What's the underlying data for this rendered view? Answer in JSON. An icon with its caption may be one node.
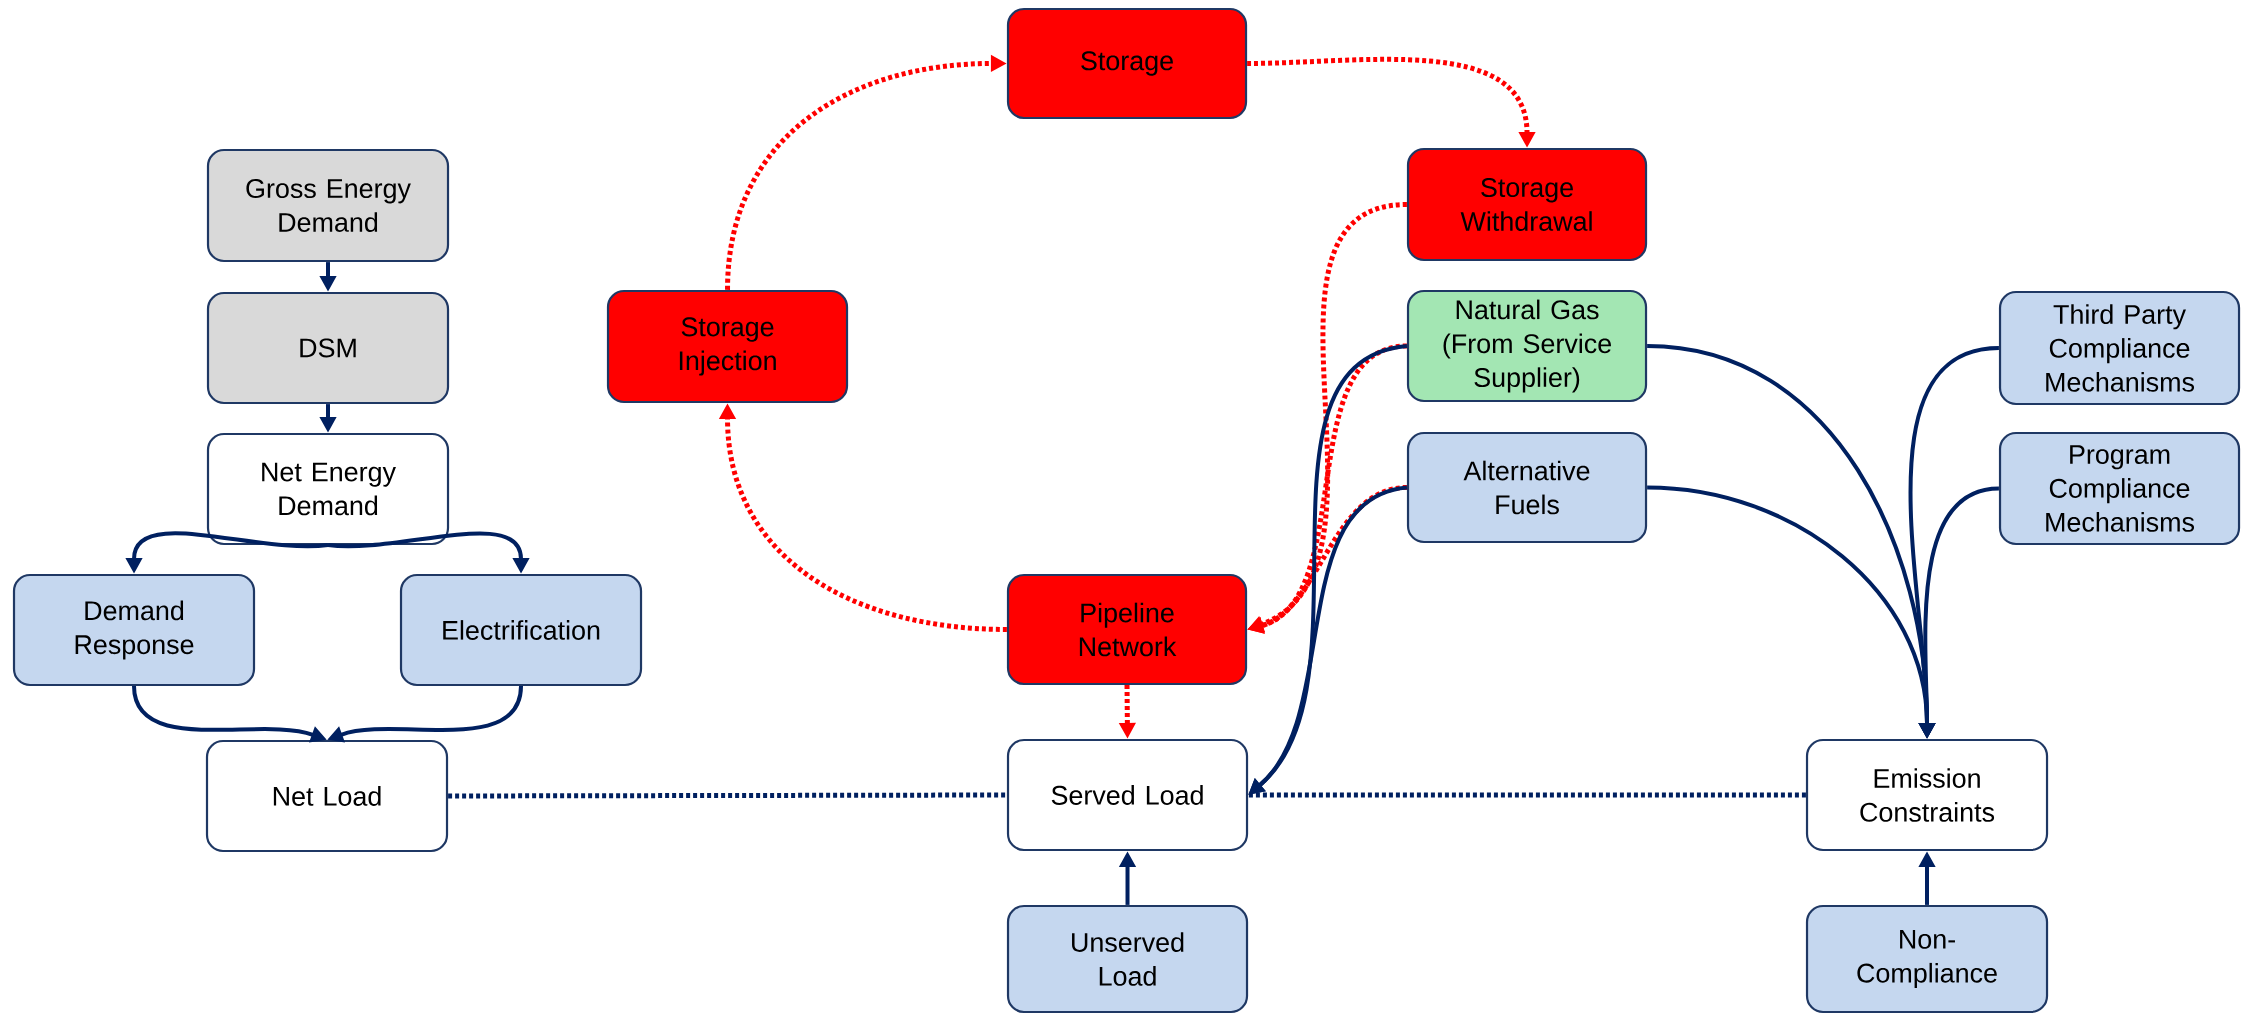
{
  "diagram": {
    "nodes": [
      {
        "text": [
          "Gross Energy Demand"
        ]
      },
      {
        "text": [
          "DSM"
        ]
      },
      {
        "text": [
          "Net Energy Demand"
        ]
      },
      {
        "text": [
          "Demand Response"
        ]
      },
      {
        "text": [
          "Electrification"
        ]
      },
      {
        "text": [
          "Net Load"
        ]
      },
      {
        "text": [
          "Storage"
        ]
      },
      {
        "text": [
          "Storage Injection"
        ]
      },
      {
        "text": [
          "Storage Withdrawal"
        ]
      },
      {
        "text": [
          "Natural Gas (From Service Supplier)"
        ]
      },
      {
        "text": [
          "Alternative Fuels"
        ]
      },
      {
        "text": [
          "Pipeline Network"
        ]
      },
      {
        "text": [
          "Served Load"
        ]
      },
      {
        "text": [
          "Unserved Load"
        ]
      },
      {
        "text": [
          "Third Party Compliance Mechanisms"
        ]
      },
      {
        "text": [
          "Program Compliance Mechanisms"
        ]
      },
      {
        "text": [
          "Emission Constraints"
        ]
      },
      {
        "text": [
          "Non-Compliance"
        ]
      }
    ],
    "edges": [
      {
        "from": 0,
        "to": 1,
        "arrow": "to"
      },
      {
        "from": 1,
        "to": 2,
        "arrow": "to"
      },
      {
        "from": 2,
        "to": 3,
        "arrow": "to"
      },
      {
        "from": 2,
        "to": 4,
        "arrow": "to"
      },
      {
        "from": 3,
        "to": 5,
        "arrow": "to"
      },
      {
        "from": 4,
        "to": 5,
        "arrow": "to"
      },
      {
        "from": 5,
        "to": 12,
        "arrow": "none",
        "style": "dashed"
      },
      {
        "from": 16,
        "to": 12,
        "arrow": "none",
        "style": "dashed"
      },
      {
        "from": 11,
        "to": 12,
        "arrow": "to",
        "style": "dashed",
        "color": "#ff0000"
      },
      {
        "from": 13,
        "to": 12,
        "arrow": "to"
      },
      {
        "from": 11,
        "to": 7,
        "arrow": "to",
        "style": "dashed",
        "color": "#ff0000"
      },
      {
        "from": 7,
        "to": 6,
        "arrow": "to",
        "style": "dashed",
        "color": "#ff0000"
      },
      {
        "from": 6,
        "to": 8,
        "arrow": "to",
        "style": "dashed",
        "color": "#ff0000"
      },
      {
        "from": 8,
        "to": 11,
        "arrow": "to",
        "style": "dashed",
        "color": "#ff0000"
      },
      {
        "from": 9,
        "to": 11,
        "arrow": "to",
        "style": "dashed",
        "color": "#ff0000"
      },
      {
        "from": 10,
        "to": 11,
        "arrow": "to",
        "style": "dashed",
        "color": "#ff0000"
      },
      {
        "from": 9,
        "to": 12,
        "arrow": "to"
      },
      {
        "from": 10,
        "to": 12,
        "arrow": "to"
      },
      {
        "from": 9,
        "to": 16,
        "arrow": "to"
      },
      {
        "from": 10,
        "to": 16,
        "arrow": "to"
      },
      {
        "from": 14,
        "to": 16,
        "arrow": "to"
      },
      {
        "from": 15,
        "to": 16,
        "arrow": "to"
      },
      {
        "from": 17,
        "to": 16,
        "arrow": "to"
      }
    ]
  }
}
